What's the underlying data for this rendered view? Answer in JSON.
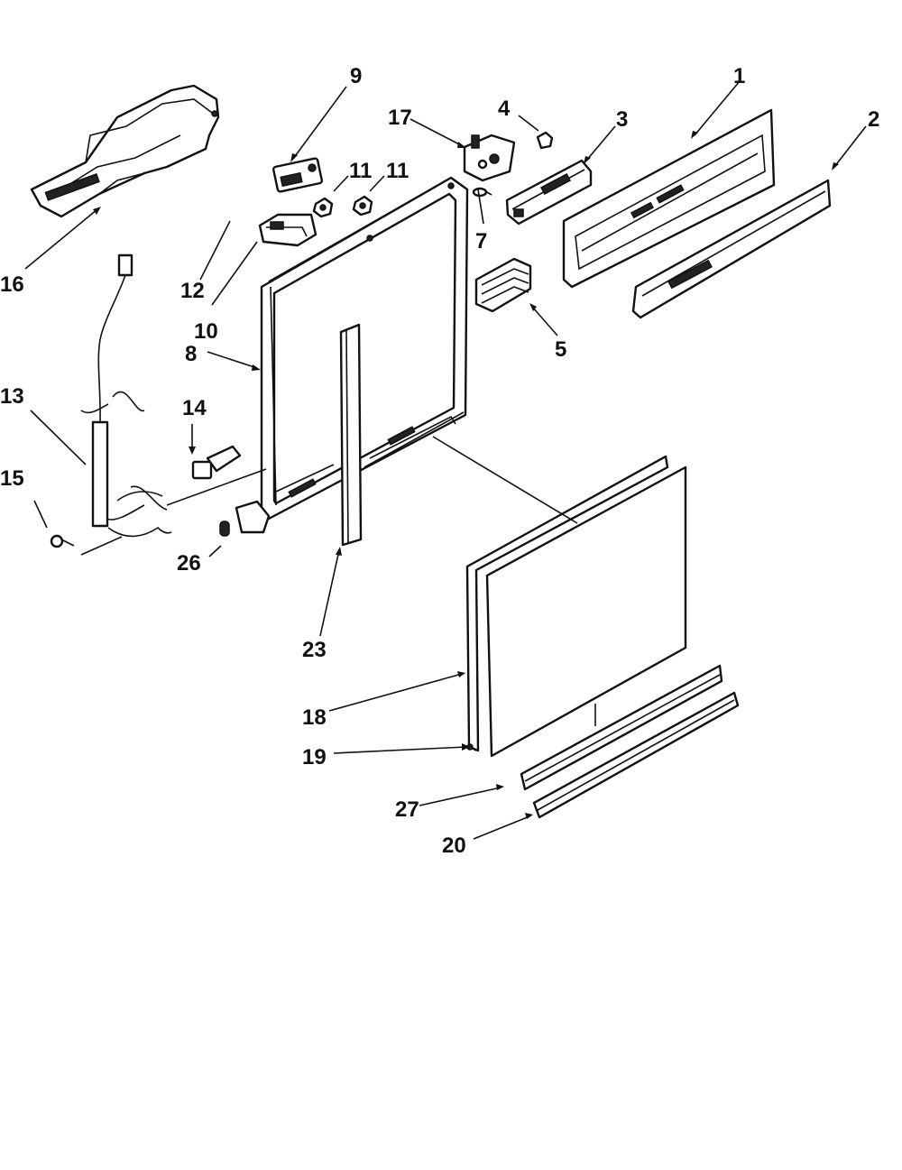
{
  "callouts": {
    "c1": "1",
    "c2": "2",
    "c3": "3",
    "c4": "4",
    "c5": "5",
    "c7": "7",
    "c8": "8",
    "c9": "9",
    "c10": "10",
    "c11a": "11",
    "c11b": "11",
    "c12": "12",
    "c13": "13",
    "c14": "14",
    "c15": "15",
    "c16": "16",
    "c17": "17",
    "c18": "18",
    "c19": "19",
    "c20": "20",
    "c23": "23",
    "c26": "26",
    "c27": "27"
  }
}
